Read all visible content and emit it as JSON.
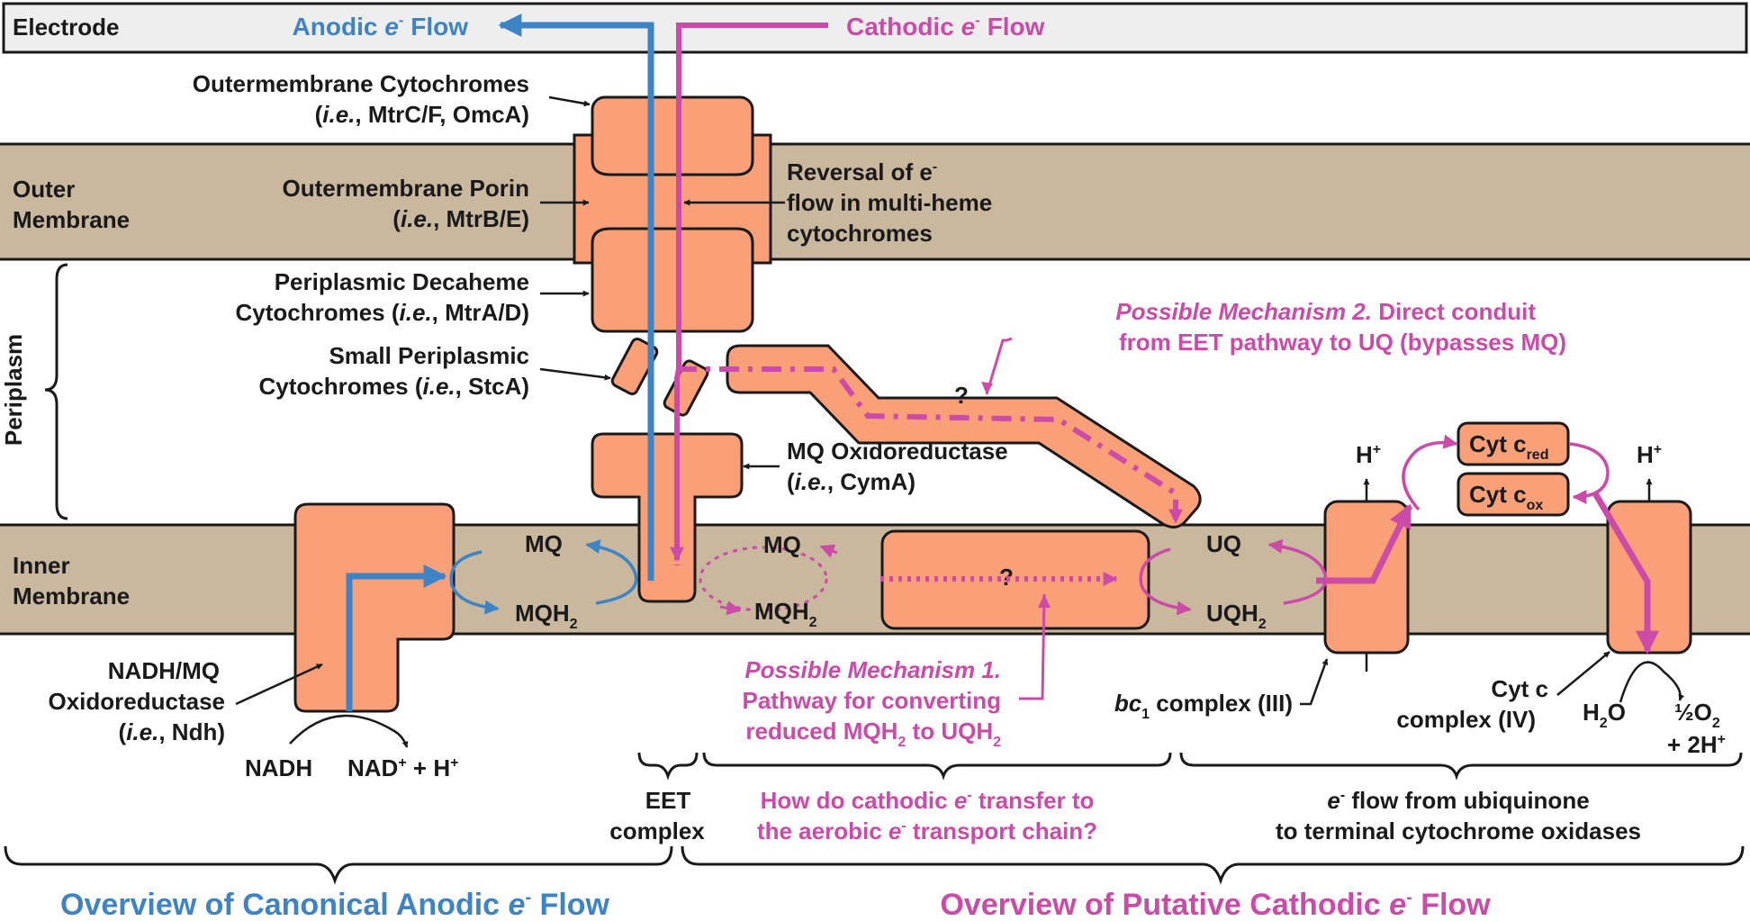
{
  "colors": {
    "membrane": "#c9b89d",
    "protein": "#f9a078",
    "electrode": "#eeeeee",
    "anodic": "#3d84c6",
    "cathodic": "#cc4aa8",
    "text": "#1a1a1a"
  },
  "regions": {
    "electrode": "Electrode",
    "outer_membrane": [
      "Outer",
      "Membrane"
    ],
    "periplasm": "Periplasm",
    "inner_membrane": [
      "Inner",
      "Membrane"
    ]
  },
  "flows": {
    "anodic": {
      "pre": "Anodic ",
      "e": "e",
      "sup": "-",
      "post": " Flow"
    },
    "cathodic": {
      "pre": "Cathodic ",
      "e": "e",
      "sup": "-",
      "post": " Flow"
    }
  },
  "proteins": {
    "om_cyt": {
      "line1": "Outermembrane Cytochromes",
      "ie": "i.e.",
      "line2_rest": ", MtrC/F, OmcA)"
    },
    "om_porin": {
      "line1": "Outermembrane Porin",
      "ie": "i.e.",
      "line2_rest": ", MtrB/E)"
    },
    "peri_deca": {
      "line1": "Periplasmic Decaheme",
      "line2_pre": "Cytochromes (",
      "ie": "i.e.",
      "line2_rest": ", MtrA/D)"
    },
    "small_peri": {
      "line1": "Small Periplasmic",
      "line2_pre": "Cytochromes (",
      "ie": "i.e.",
      "line2_rest": ", StcA)"
    },
    "mq_ox": {
      "line1": "MQ Oxidoreductase",
      "ie": "i.e.",
      "line2_rest": ", CymA)"
    },
    "ndh": {
      "line1": "NADH/MQ",
      "line2": "Oxidoreductase",
      "ie": "i.e.",
      "line3_rest": ", Ndh)"
    },
    "bc1": {
      "bc": "bc",
      "sub": "1",
      "rest": " complex (III)"
    },
    "cytc_complex": {
      "line1": "Cyt c",
      "line2": "complex (IV)"
    },
    "cyt_red": {
      "main": "Cyt c",
      "sub": "red"
    },
    "cyt_ox": {
      "main": "Cyt c",
      "sub": "ox"
    }
  },
  "reversal": {
    "line1_pre": "Reversal of e",
    "sup": "-",
    "line2": "flow in multi-heme",
    "line3": "cytochromes"
  },
  "mechanism2": {
    "title": "Possible Mechanism 2.",
    "title_rest": " Direct conduit",
    "line2": "from EET pathway to UQ (bypasses MQ)"
  },
  "mechanism1": {
    "title": "Possible Mechanism 1.",
    "line2": "Pathway for converting",
    "line3_pre": "reduced MQH",
    "line3_sub": "2",
    "line3_post": " to UQH",
    "line3_sub2": "2"
  },
  "chemistry": {
    "mq": "MQ",
    "mqh": "MQH",
    "h2sub": "2",
    "uq": "UQ",
    "uqh": "UQH",
    "hplus": "H",
    "plus": "+",
    "nadh": "NADH",
    "nad": "NAD",
    "nad_rest": " + H",
    "h2o": "H",
    "h2o_sub": "2",
    "h2o_o": "O",
    "o2": "½O",
    "o2_sub": "2",
    "twoh": "+ 2H",
    "question": "?"
  },
  "brackets": {
    "eet": [
      "EET",
      "complex"
    ],
    "how": {
      "l1_pre": "How do cathodic ",
      "e": "e",
      "sup": "-",
      "l1_post": " transfer to",
      "l2_pre": "the aerobic ",
      "l2_post": " transport chain?"
    },
    "eflow": {
      "e": "e",
      "sup": "-",
      "l1_post": " flow from ubiquinone",
      "l2": "to terminal cytochrome oxidases"
    }
  },
  "overview": {
    "anodic": {
      "pre": "Overview of Canonical Anodic ",
      "e": "e",
      "sup": "-",
      "post": " Flow"
    },
    "cathodic": {
      "pre": "Overview of Putative Cathodic ",
      "e": "e",
      "sup": "-",
      "post": " Flow"
    }
  }
}
